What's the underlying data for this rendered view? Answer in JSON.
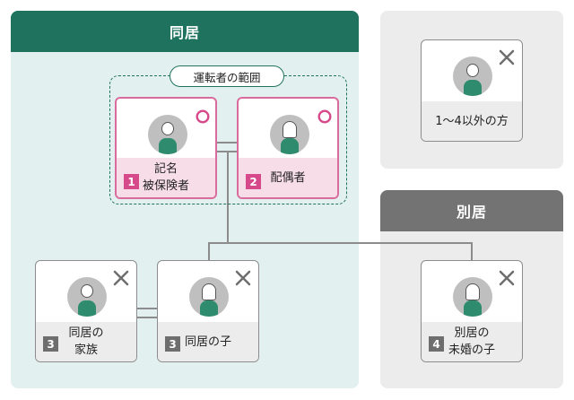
{
  "cohabiting": {
    "header": "同居"
  },
  "separate": {
    "header": "別居"
  },
  "driver_scope": {
    "label": "運転者の範囲"
  },
  "people": [
    {
      "id": "insured",
      "badge": "1",
      "label": "記名\n被保険者",
      "mark": "circle",
      "avatar": "male"
    },
    {
      "id": "spouse",
      "badge": "2",
      "label": "配偶者",
      "mark": "circle",
      "avatar": "female"
    },
    {
      "id": "family",
      "badge": "3",
      "label": "同居の\n家族",
      "mark": "cross",
      "avatar": "male"
    },
    {
      "id": "child",
      "badge": "3",
      "label": "同居の子",
      "mark": "cross",
      "avatar": "female"
    },
    {
      "id": "unmarried-child",
      "badge": "4",
      "label": "別居の\n未婚の子",
      "mark": "cross",
      "avatar": "female"
    },
    {
      "id": "others",
      "badge": "",
      "label": "1～4以外の方",
      "mark": "cross",
      "avatar": "male"
    }
  ],
  "colors": {
    "green": "#1f735e",
    "pink": "#d96c9c",
    "badge_pink": "#d6498a",
    "gray": "#737373",
    "panel_green": "#e2f1ef",
    "panel_gray": "#ececec",
    "avatar_body": "#2e8b6e"
  }
}
